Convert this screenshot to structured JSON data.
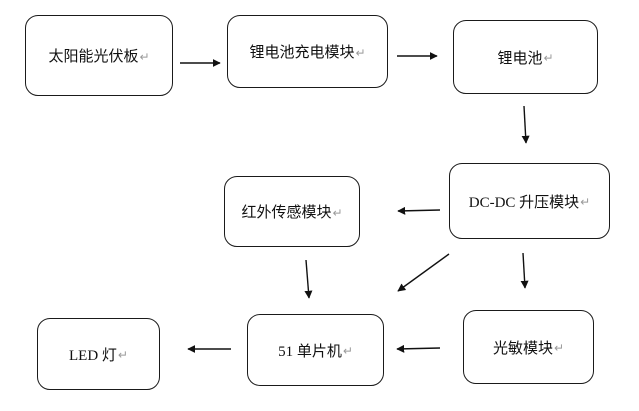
{
  "nodes": {
    "solar_panel": "太阳能光伏板",
    "charge_module": "锂电池充电模块",
    "battery": "锂电池",
    "dcdc_module": "DC-DC 升压模块",
    "ir_sensor_module": "红外传感模块",
    "mcu_51": "51 单片机",
    "photosensitive_module": "光敏模块",
    "led_light": "LED 灯"
  },
  "paragraph_mark": "↵",
  "edges": [
    {
      "from": "solar_panel",
      "to": "charge_module"
    },
    {
      "from": "charge_module",
      "to": "battery"
    },
    {
      "from": "battery",
      "to": "dcdc_module"
    },
    {
      "from": "dcdc_module",
      "to": "ir_sensor_module"
    },
    {
      "from": "dcdc_module",
      "to": "mcu_51"
    },
    {
      "from": "dcdc_module",
      "to": "photosensitive_module"
    },
    {
      "from": "ir_sensor_module",
      "to": "mcu_51"
    },
    {
      "from": "photosensitive_module",
      "to": "mcu_51"
    },
    {
      "from": "mcu_51",
      "to": "led_light"
    }
  ]
}
